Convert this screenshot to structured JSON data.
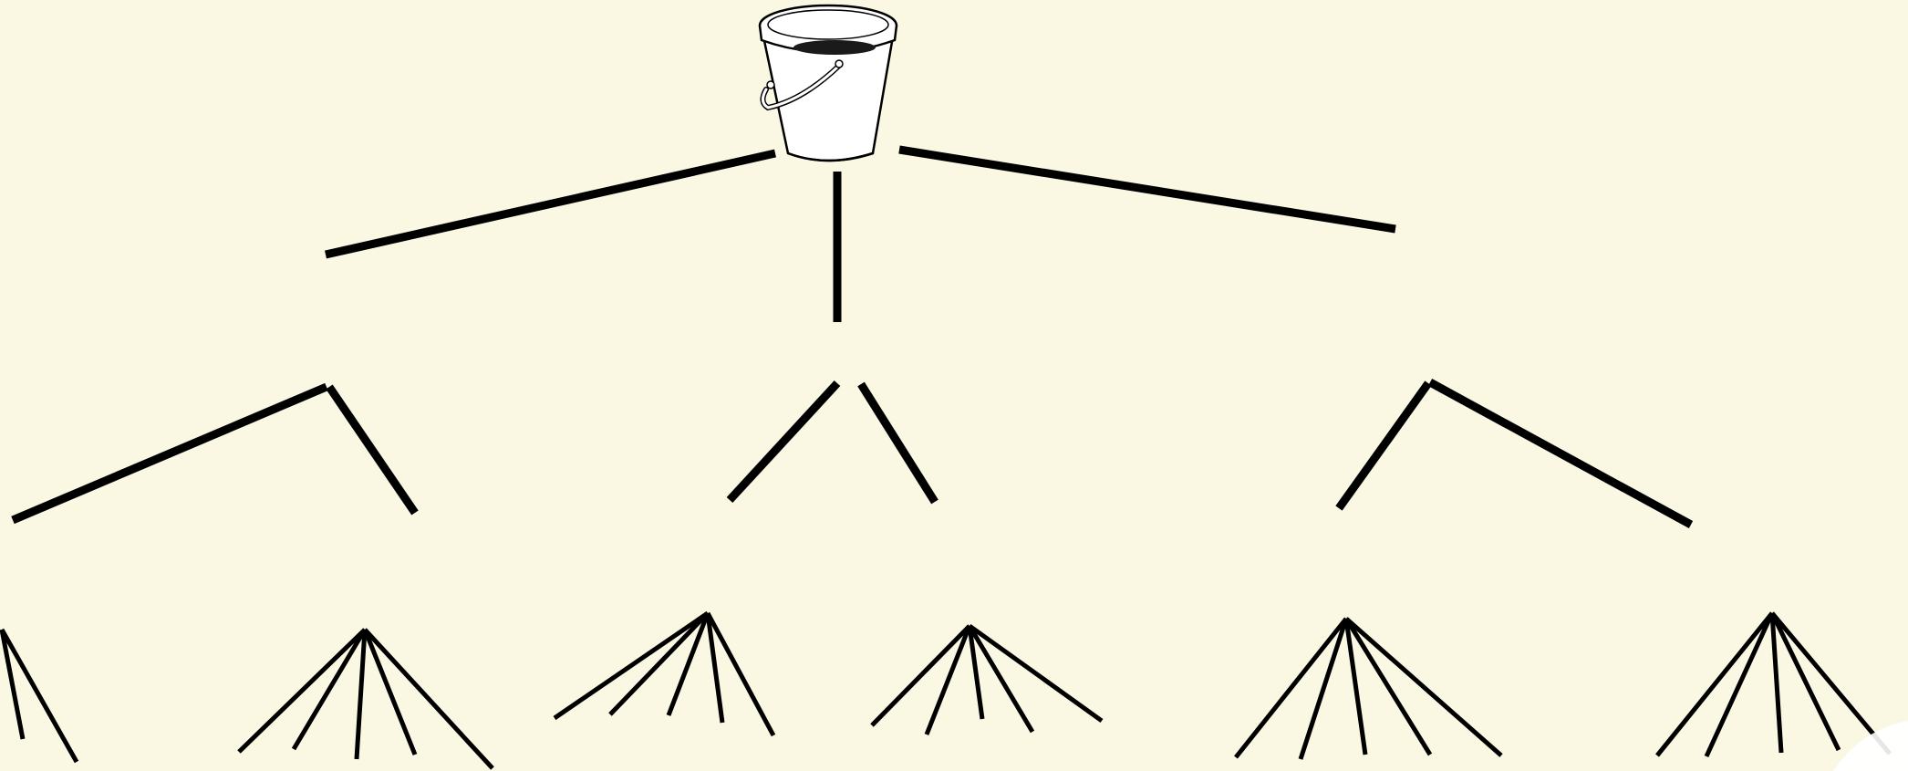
{
  "diagram": {
    "type": "tree",
    "background_color": "#faf7e3",
    "line_color": "#000000",
    "root": {
      "icon": "bucket-icon",
      "children": 3
    },
    "levels": [
      {
        "level": 1,
        "branch_count": 3
      },
      {
        "level": 2,
        "branch_counts": [
          2,
          2,
          2
        ]
      },
      {
        "level": 3,
        "branch_counts": [
          2,
          5,
          5,
          5,
          5,
          5
        ]
      }
    ]
  }
}
